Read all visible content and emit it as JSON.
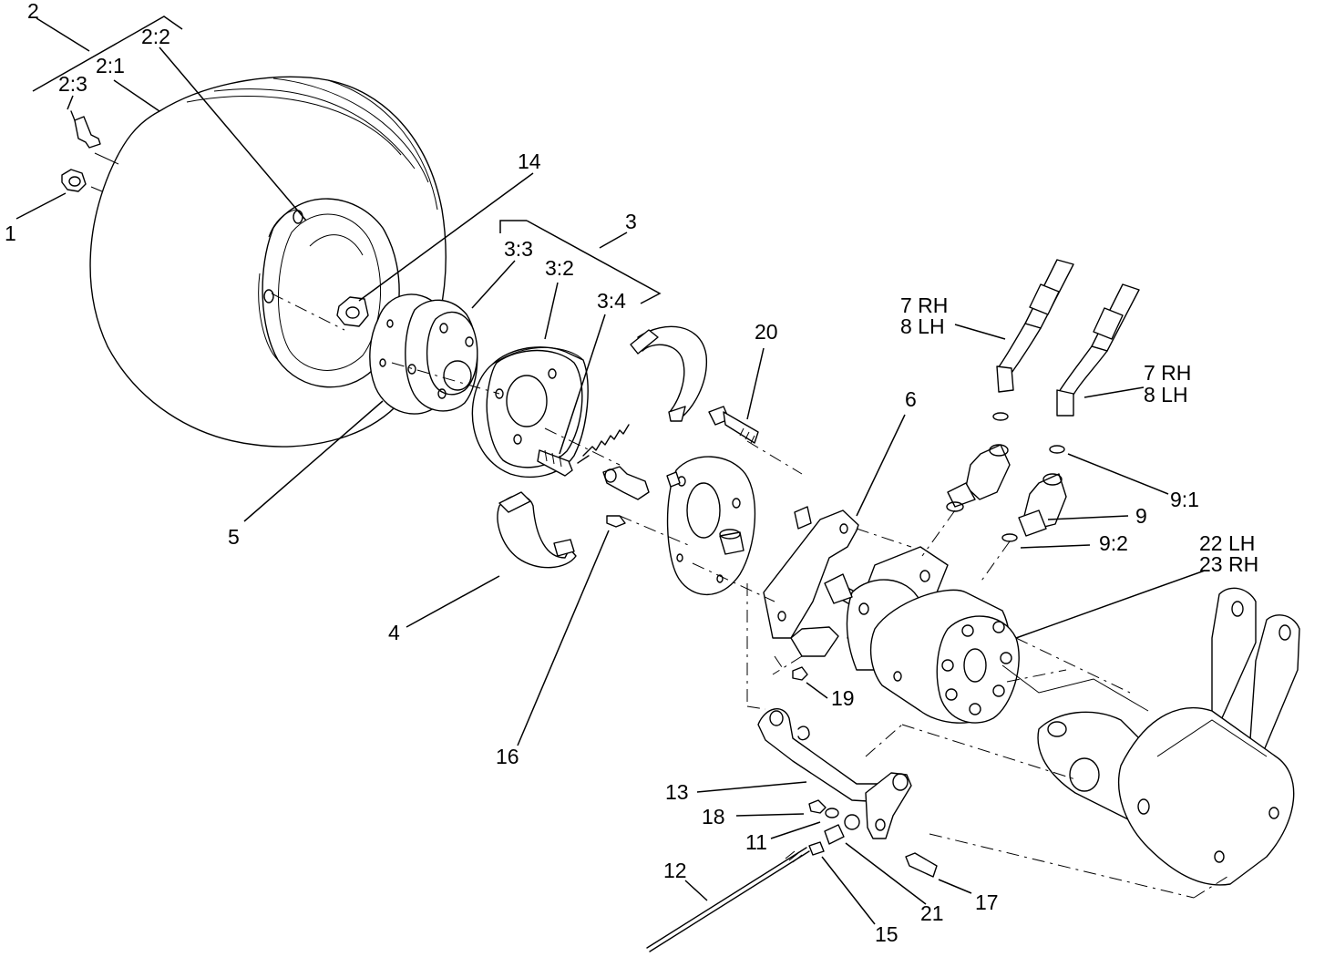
{
  "labels": {
    "l1": "1",
    "l2": "2",
    "l2_1": "2:1",
    "l2_2": "2:2",
    "l2_3": "2:3",
    "l3": "3",
    "l3_2": "3:2",
    "l3_3": "3:3",
    "l3_4": "3:4",
    "l4": "4",
    "l5": "5",
    "l6": "6",
    "l7a": "7 RH",
    "l8a": "8 LH",
    "l7b": "7 RH",
    "l8b": "8 LH",
    "l9": "9",
    "l9_1": "9:1",
    "l9_2": "9:2",
    "l11": "11",
    "l12": "12",
    "l13": "13",
    "l14": "14",
    "l15": "15",
    "l16": "16",
    "l17": "17",
    "l18": "18",
    "l19": "19",
    "l20": "20",
    "l21": "21",
    "l22": "22 LH",
    "l23": "23 RH"
  }
}
